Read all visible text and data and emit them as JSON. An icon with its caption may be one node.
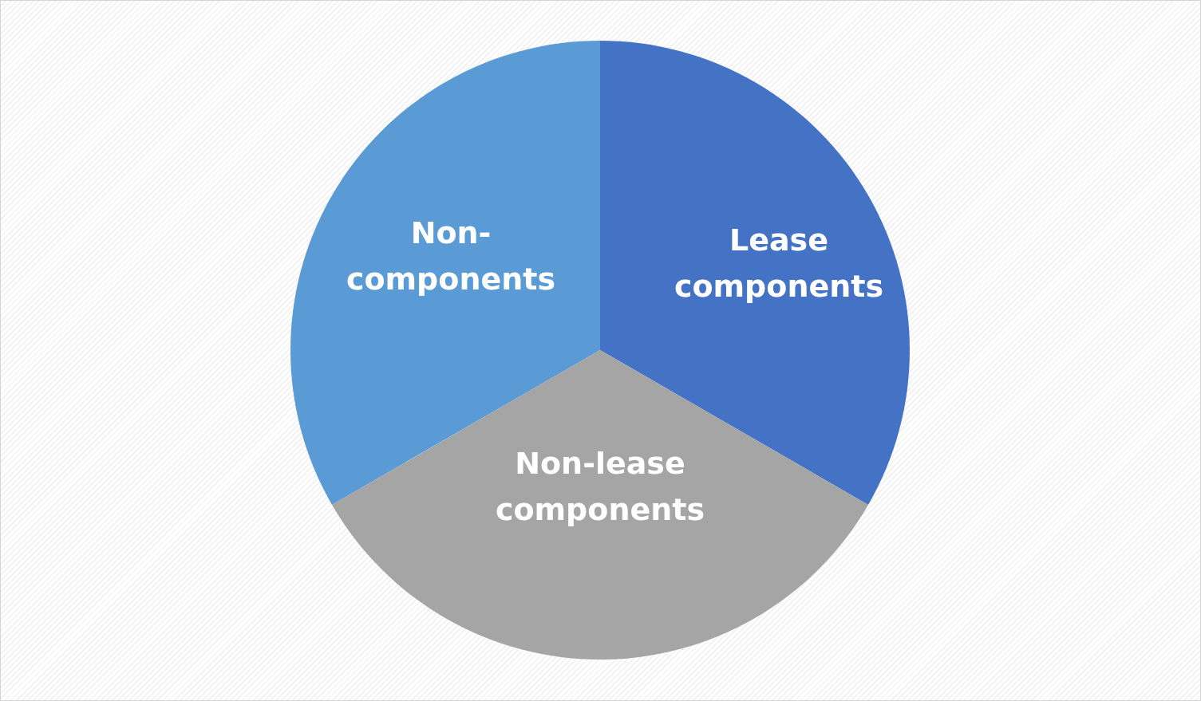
{
  "diagram": {
    "nodes": [
      {
        "text": [
          "Non- components"
        ]
      },
      {
        "text": [
          "Lease components"
        ]
      },
      {
        "text": [
          "Non-lease components"
        ]
      }
    ]
  }
}
